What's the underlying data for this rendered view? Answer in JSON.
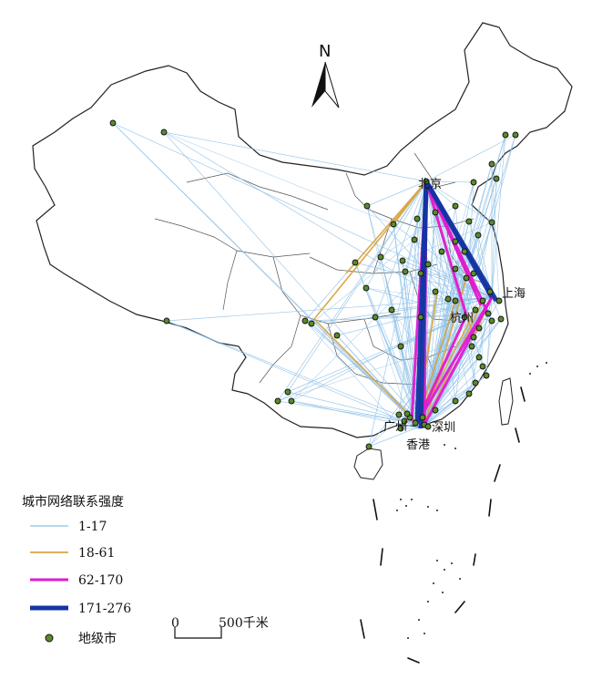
{
  "north": {
    "label": "N"
  },
  "city_labels": {
    "beijing": "北京",
    "shanghai": "上海",
    "hangzhou": "杭州",
    "guangzhou": "广州",
    "shenzhen": "深圳",
    "hongkong": "香港"
  },
  "legend": {
    "title": "城市网络联系强度",
    "classes": [
      {
        "label": "1-17",
        "color": "#8ec1e8"
      },
      {
        "label": "18-61",
        "color": "#d9a441"
      },
      {
        "label": "62-170",
        "color": "#e21ad0"
      },
      {
        "label": "171-276",
        "color": "#1434a4"
      }
    ],
    "point_label": "地级市",
    "point_color": "#5a8a2a"
  },
  "scale_bar": {
    "start": "0",
    "end": "500千米"
  }
}
